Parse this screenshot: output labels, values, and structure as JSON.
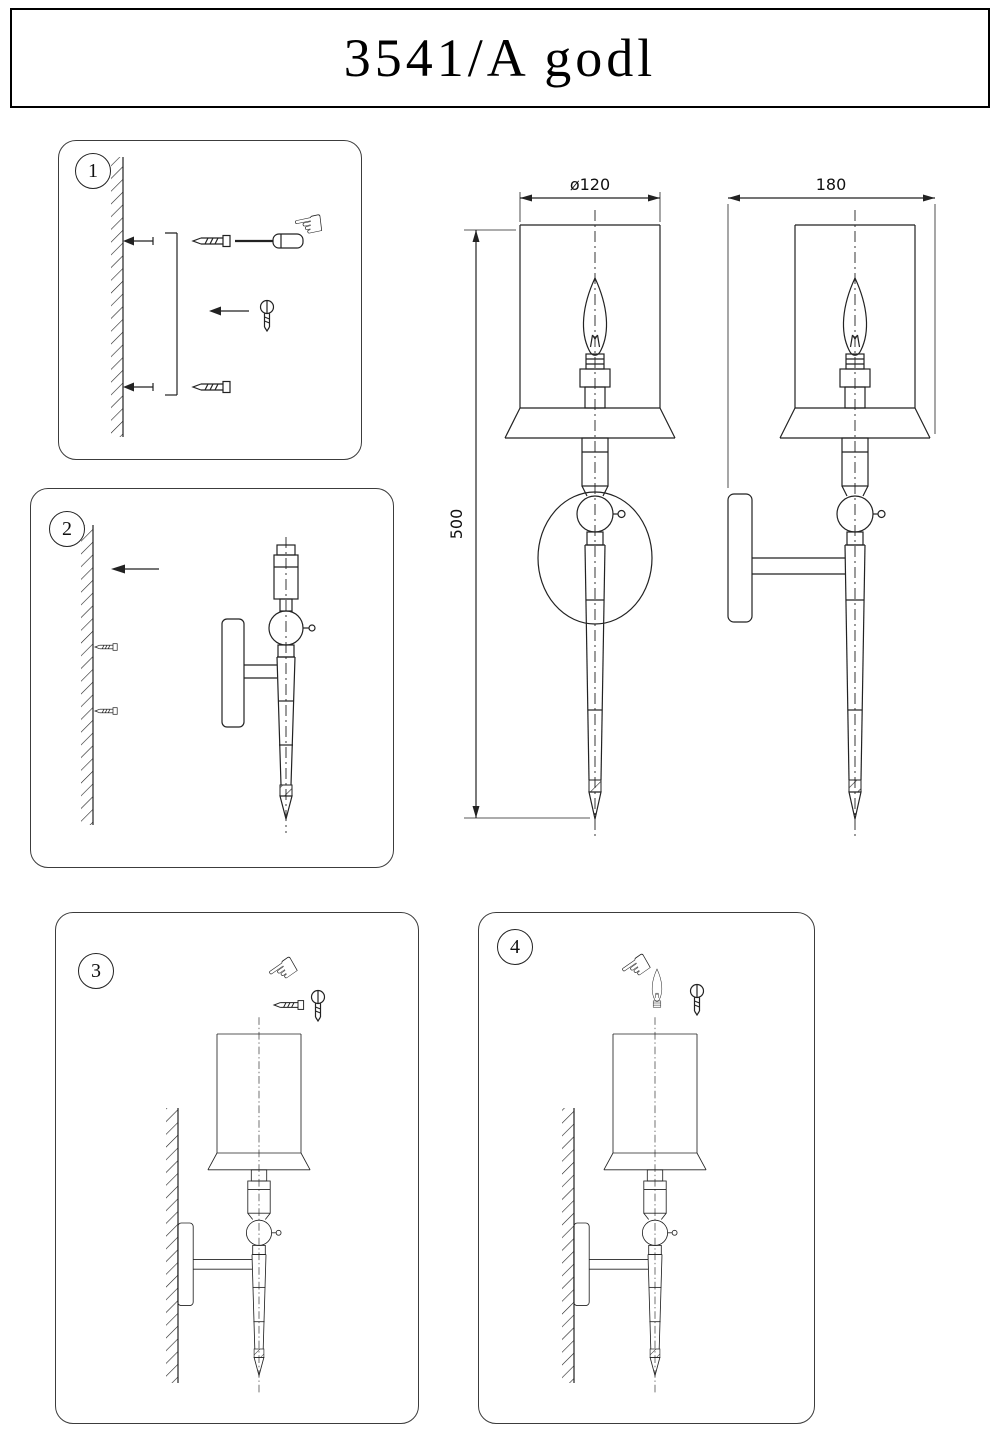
{
  "title": "3541/A godl",
  "steps": {
    "one": "1",
    "two": "2",
    "three": "3",
    "four": "4"
  },
  "dimensions": {
    "diameter": "ø120",
    "depth": "180",
    "height": "500"
  },
  "icons": {
    "hand_left": "☜"
  },
  "colors": {
    "line": "#222222",
    "background": "#ffffff"
  }
}
